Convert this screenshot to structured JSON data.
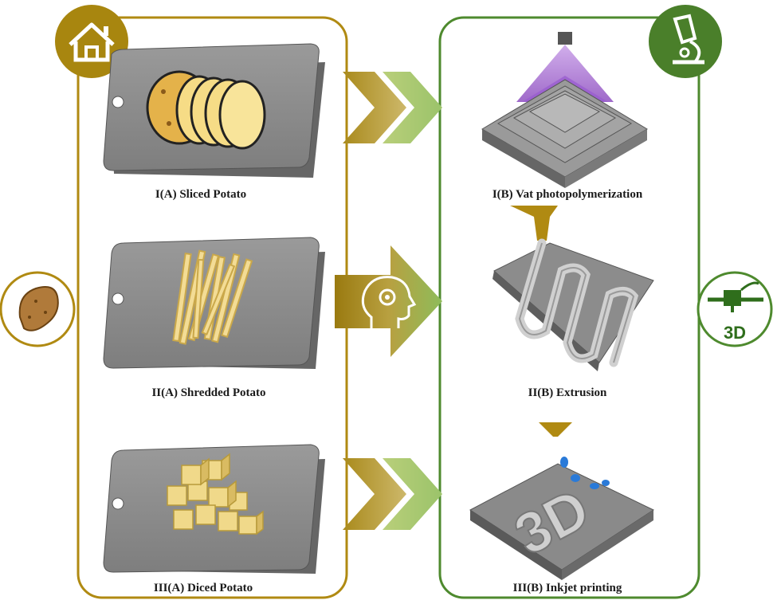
{
  "left_panel": {
    "color": "#b08a12",
    "icon": "home-icon",
    "captions": [
      "I(A) Sliced Potato",
      "II(A) Shredded Potato",
      "III(A) Diced Potato"
    ]
  },
  "right_panel": {
    "color": "#4e8a2e",
    "icon": "microscope-icon",
    "captions": [
      "I(B) Vat photopolymerization",
      "II(B) Extrusion",
      "III(B) Inkjet printing"
    ]
  },
  "side_icons": {
    "left": "potato-icon",
    "right": "3d-printer-icon",
    "center": "head-gear-icon"
  },
  "printer_label": "3D"
}
